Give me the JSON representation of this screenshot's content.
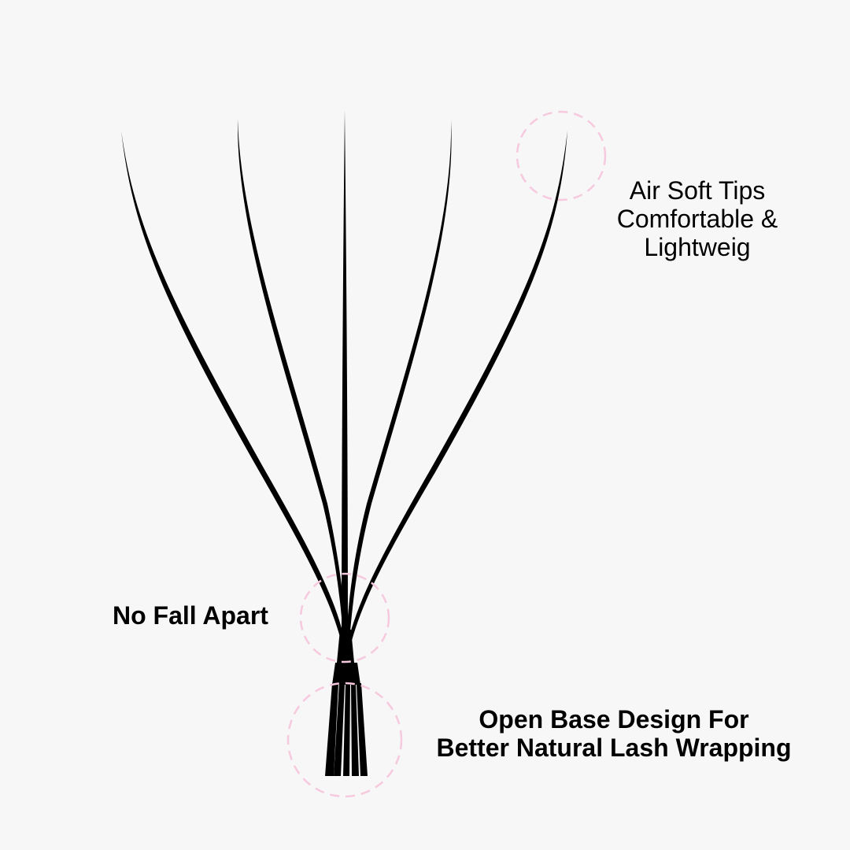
{
  "callouts": {
    "tips": {
      "line1": "Air Soft Tips",
      "line2": "Comfortable &",
      "line3": "Lightweig"
    },
    "middle": {
      "text": "No Fall Apart"
    },
    "base": {
      "line1": "Open Base Design For",
      "line2": "Better Natural Lash Wrapping"
    }
  },
  "colors": {
    "background": "#f7f7f7",
    "lash": "#000000",
    "callout_circle": "#f6c9df"
  }
}
